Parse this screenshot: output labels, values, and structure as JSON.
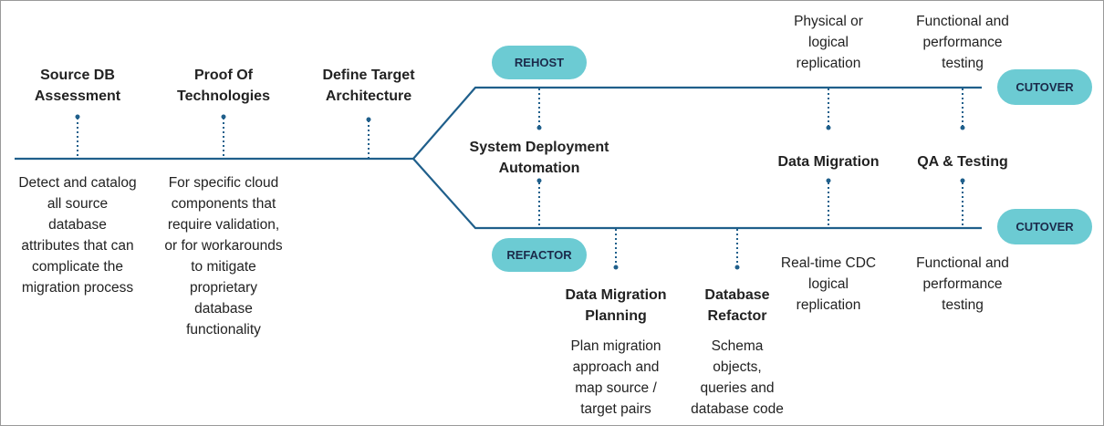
{
  "colors": {
    "line": "#1f5f8b",
    "pill": "#6ccbd3",
    "pill_text": "#1b2a4a",
    "text": "#222222"
  },
  "stages": {
    "source_db": {
      "title": "Source DB\nAssessment",
      "desc": "Detect and catalog\nall source\ndatabase\nattributes that can\ncomplicate the\nmigration process"
    },
    "proof": {
      "title": "Proof Of\nTechnologies",
      "desc": "For specific cloud\ncomponents that\nrequire validation,\nor for workarounds\nto mitigate\nproprietary\ndatabase\nfunctionality"
    },
    "define": {
      "title": "Define Target\nArchitecture"
    },
    "system_deploy": {
      "title": "System Deployment\nAutomation"
    },
    "data_migration": {
      "title": "Data Migration"
    },
    "qa": {
      "title": "QA & Testing"
    },
    "dm_planning": {
      "title": "Data Migration\nPlanning",
      "desc": "Plan migration\napproach and\nmap source /\ntarget pairs"
    },
    "db_refactor": {
      "title": "Database\nRefactor",
      "desc": "Schema\nobjects,\nqueries and\ndatabase code"
    }
  },
  "top_notes": {
    "replication": "Physical or\nlogical\nreplication",
    "testing": "Functional and\nperformance\ntesting"
  },
  "bottom_notes": {
    "cdc": "Real-time CDC\nlogical\nreplication",
    "testing": "Functional and\nperformance\ntesting"
  },
  "pills": {
    "rehost": "REHOST",
    "refactor": "REFACTOR",
    "cutover_top": "CUTOVER",
    "cutover_bottom": "CUTOVER"
  }
}
